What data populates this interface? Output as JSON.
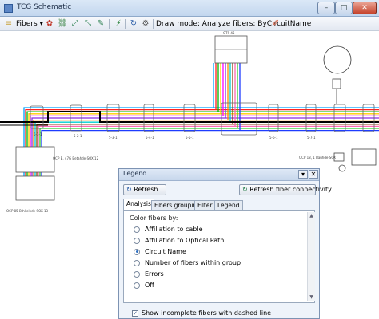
{
  "window": {
    "title": "TCG Schematic",
    "min": "–",
    "max": "□",
    "close": "✕"
  },
  "toolbar": {
    "fibers_label": "Fibers",
    "dropdown_glyph": "▾",
    "mode_text": "Draw mode: Analyze fibers: ByCircuitName",
    "icons": [
      "fibers-icon",
      "layout-icon",
      "link-icon",
      "expand-icon",
      "collapse-icon",
      "export-icon",
      "refresh-icon",
      "settings-icon",
      "eraser-icon"
    ]
  },
  "schematic": {
    "labels": {
      "ots": "OTS 45",
      "left_box": "OCP B, 47G Betahde-SOX 12",
      "left_box2": "OCP 85 Bthkelnde-SOX 13",
      "right_box": "OCP 18, 1 Bauhde-SOX",
      "s1": "5-1-1",
      "s2": "5-2-1",
      "s3": "5-3-1",
      "s4": "5-4-1",
      "s5": "5-5-1",
      "s6": "5-6-1",
      "s7": "5-7-1"
    }
  },
  "legend": {
    "title": "Legend",
    "close": "✕",
    "refresh": "Refresh",
    "refresh_connectivity": "Refresh fiber connectivity",
    "tabs": [
      "Analysis",
      "Fibers grouping",
      "Filter",
      "Legend"
    ],
    "group_label": "Color fibers by:",
    "options": [
      {
        "label": "Affiliation to cable",
        "selected": false
      },
      {
        "label": "Affiliation to Optical Path",
        "selected": false
      },
      {
        "label": "Circuit Name",
        "selected": true
      },
      {
        "label": "Number of fibers within group",
        "selected": false
      },
      {
        "label": "Errors",
        "selected": false
      },
      {
        "label": "Off",
        "selected": false
      }
    ],
    "checkbox_label": "Show incomplete fibers with dashed line",
    "checkbox_checked": true
  }
}
